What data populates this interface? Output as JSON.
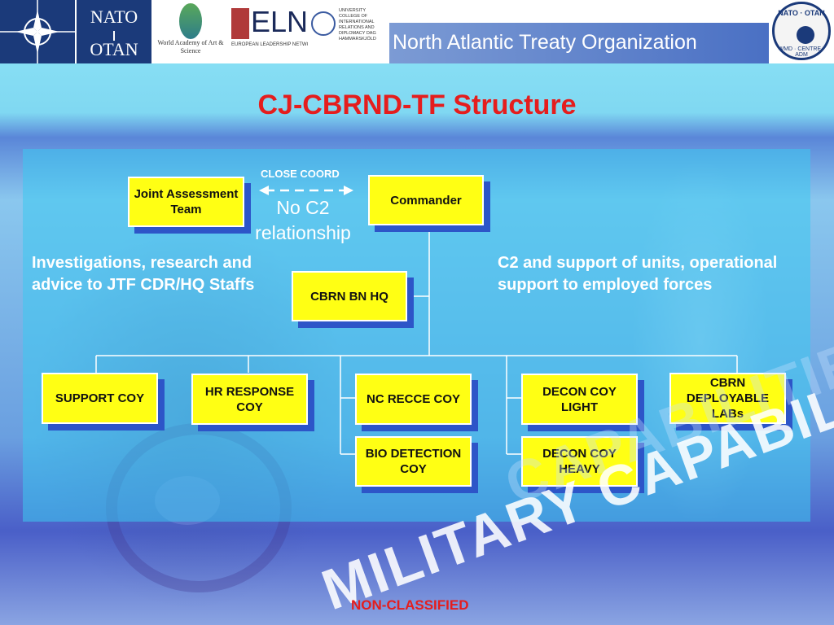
{
  "banner": {
    "title": "North Atlantic Treaty Organization",
    "nato_line1": "NATO",
    "nato_line2": "OTAN",
    "waas_text": "World Academy of Art & Science",
    "eln_text": "ELN",
    "eln_sub": "EUROPEAN LEADERSHIP NETWORK",
    "ucid_text": "UNIVERSITY COLLEGE OF INTERNATIONAL RELATIONS AND DIPLOMACY DAG HAMMARSKJÖLD",
    "emblem_top": "NATO · OTAN",
    "emblem_bottom": "WMD · CENTRE · ADM"
  },
  "slide": {
    "title": "CJ-CBRND-TF Structure",
    "close_coord": "CLOSE COORD",
    "no_c2": "No C2 relationship",
    "left_note": "Investigations, research and advice to JTF CDR/HQ Staffs",
    "right_note": "C2 and support of units, operational support to employed forces",
    "footer": "NON-CLASSIFIED",
    "watermark": "MILITARY CAPABILITIES"
  },
  "boxes": {
    "jat": "Joint Assessment Team",
    "commander": "Commander",
    "bnhq": "CBRN BN HQ",
    "support": "SUPPORT COY",
    "hr": "HR RESPONSE COY",
    "ncrecce": "NC RECCE COY",
    "bio": "BIO DETECTION COY",
    "decon_light": "DECON COY LIGHT",
    "decon_heavy": "DECON COY HEAVY",
    "labs": "CBRN DEPLOYABLE LABs"
  },
  "colors": {
    "title": "#e51d1d",
    "box_fill": "#ffff14",
    "box_shadow": "#2d55c8",
    "text_light": "#ffffff"
  }
}
